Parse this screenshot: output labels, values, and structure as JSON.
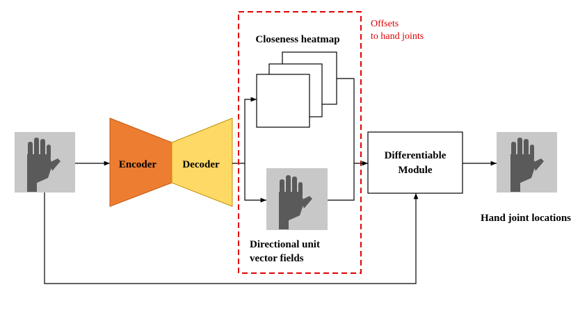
{
  "labels": {
    "encoder": "Encoder",
    "decoder": "Decoder",
    "closeness": "Closeness heatmap",
    "offsets_line1": "Offsets",
    "offsets_line2": "to hand joints",
    "diff_line1": "Differentiable",
    "diff_line2": "Module",
    "directional_line1": "Directional unit",
    "directional_line2": "vector fields",
    "hand_joint": "Hand joint locations"
  },
  "colors": {
    "encoder": "#ed7d31",
    "decoder": "#ffd966",
    "dashed_box": "#e00000",
    "offsets_text": "#e00000",
    "depth_bg": "#c8c8c8",
    "hand": "#5a5a5a"
  },
  "icons": {
    "input": "hand-depth-image-icon",
    "vector_field": "hand-vector-field-icon",
    "output": "hand-joint-output-icon"
  }
}
